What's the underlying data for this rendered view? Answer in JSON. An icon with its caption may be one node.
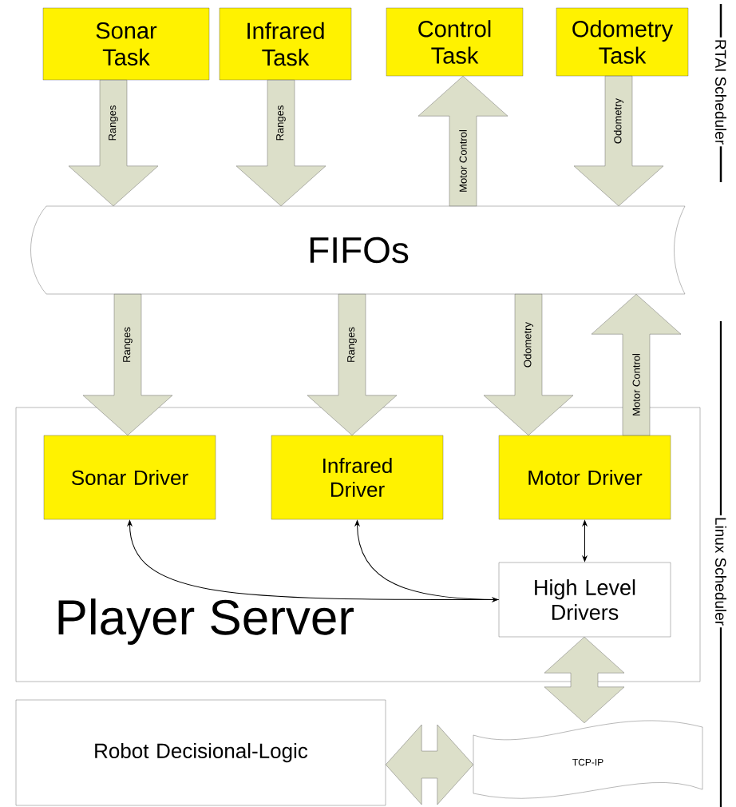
{
  "diagram": {
    "nodes": [
      {
        "text": [
          "Sonar Task"
        ]
      },
      {
        "text": [
          "Infrared Task"
        ]
      },
      {
        "text": [
          "Control Task"
        ]
      },
      {
        "text": [
          "Odometry Task"
        ]
      },
      {
        "text": [
          "FIFOs"
        ]
      },
      {
        "text": [
          "Player Server"
        ]
      },
      {
        "text": [
          "Sonar Driver"
        ],
        "in": 5
      },
      {
        "text": [
          "Infrared Driver"
        ],
        "in": 5
      },
      {
        "text": [
          "Motor Driver"
        ],
        "in": 5
      },
      {
        "text": [
          "High Level Drivers"
        ],
        "in": 5
      },
      {
        "text": [
          "Robot Decisional-Logic"
        ]
      },
      {
        "text": [
          "TCP-IP"
        ]
      }
    ],
    "edges": [
      {
        "from": 0,
        "to": 4,
        "arrow": "to",
        "label": "Ranges",
        "style": "thick"
      },
      {
        "from": 1,
        "to": 4,
        "arrow": "to",
        "label": "Ranges",
        "style": "thick"
      },
      {
        "from": 4,
        "to": 2,
        "arrow": "to",
        "label": "Motor Control",
        "style": "thick"
      },
      {
        "from": 3,
        "to": 4,
        "arrow": "to",
        "label": "Odometry",
        "style": "thick"
      },
      {
        "from": 4,
        "to": 6,
        "arrow": "to",
        "label": "Ranges",
        "style": "thick"
      },
      {
        "from": 4,
        "to": 7,
        "arrow": "to",
        "label": "Ranges",
        "style": "thick"
      },
      {
        "from": 4,
        "to": 8,
        "arrow": "to",
        "label": "Odometry",
        "style": "thick"
      },
      {
        "from": 8,
        "to": 4,
        "arrow": "to",
        "label": "Motor Control",
        "style": "thick"
      },
      {
        "from": 6,
        "to": 9,
        "arrow": "both"
      },
      {
        "from": 9,
        "to": 7,
        "arrow": "to"
      },
      {
        "from": 8,
        "to": 9,
        "arrow": "both"
      },
      {
        "from": 9,
        "to": 11,
        "arrow": "both",
        "style": "thick"
      },
      {
        "from": 10,
        "to": 11,
        "arrow": "both",
        "style": "thick"
      }
    ],
    "labels": [
      "RTAI Scheduler",
      "Linux Scheduler"
    ]
  }
}
